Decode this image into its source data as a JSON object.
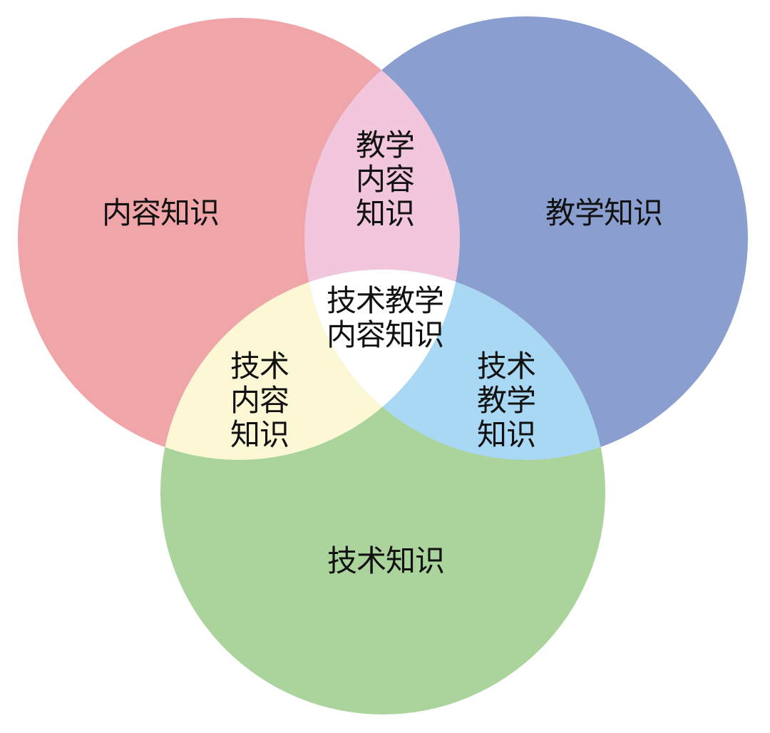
{
  "diagram": {
    "type": "venn-3",
    "colors": {
      "content": "#f0a5a9",
      "pedagogy": "#8a9fd0",
      "technology": "#abd49c",
      "pedagogical_content": "#f2c6dc",
      "technological_content": "#fcf8d6",
      "technological_pedagogical": "#a8d8f4",
      "tpack": "#ffffff"
    },
    "labels": {
      "content": "内容知识",
      "pedagogy": "教学知识",
      "technology": "技术知识",
      "pedagogical_content": "教学\n内容\n知识",
      "technological_content": "技术\n内容\n知识",
      "technological_pedagogical": "技术\n教学\n知识",
      "tpack": "技术教学\n内容知识"
    }
  }
}
